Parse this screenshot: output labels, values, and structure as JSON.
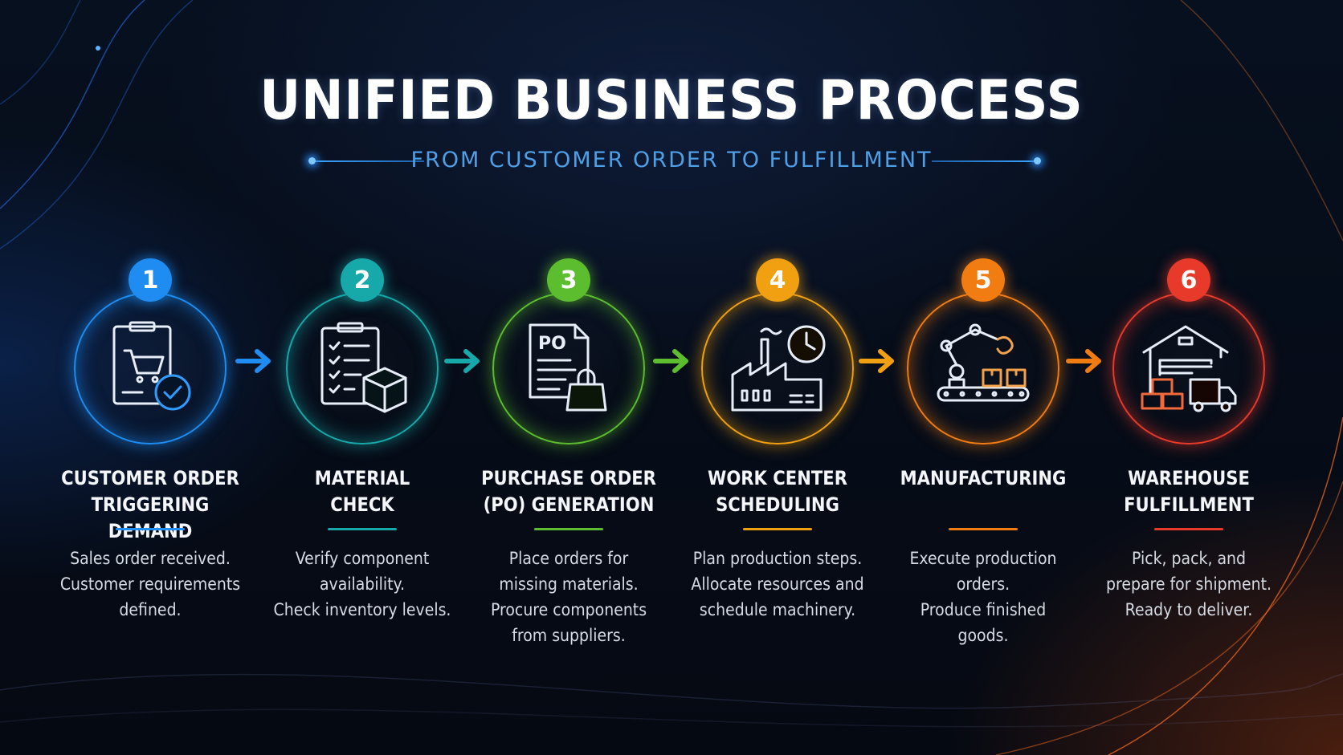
{
  "title": "UNIFIED BUSINESS PROCESS",
  "subtitle": "FROM CUSTOMER ORDER TO FULFILLMENT",
  "steps": [
    {
      "number": "1",
      "heading": [
        "CUSTOMER ORDER",
        "TRIGGERING DEMAND"
      ],
      "description": [
        "Sales order received.",
        "Customer requirements",
        "defined."
      ],
      "color": "#1e8cf0",
      "icon": "clipboard-cart-check-icon"
    },
    {
      "number": "2",
      "heading": [
        "MATERIAL",
        "CHECK"
      ],
      "description": [
        "Verify component",
        "availability.",
        "Check inventory levels."
      ],
      "color": "#17a9a9",
      "icon": "checklist-box-icon"
    },
    {
      "number": "3",
      "heading": [
        "PURCHASE ORDER",
        "(PO) GENERATION"
      ],
      "description": [
        "Place orders for",
        "missing materials.",
        "Procure components",
        "from suppliers."
      ],
      "color": "#5cbd2e",
      "icon": "po-document-bag-icon"
    },
    {
      "number": "4",
      "heading": [
        "WORK CENTER",
        "SCHEDULING"
      ],
      "description": [
        "Plan production steps.",
        "Allocate resources and",
        "schedule machinery."
      ],
      "color": "#f0a010",
      "icon": "factory-clock-icon"
    },
    {
      "number": "5",
      "heading": [
        "MANUFACTURING",
        ""
      ],
      "description": [
        "Execute production",
        "orders.",
        "Produce finished",
        "goods."
      ],
      "color": "#f07c12",
      "icon": "robot-arm-conveyor-icon"
    },
    {
      "number": "6",
      "heading": [
        "WAREHOUSE",
        "FULFILLMENT"
      ],
      "description": [
        "Pick, pack, and",
        "prepare for shipment.",
        "Ready to deliver."
      ],
      "color": "#e83a2a",
      "icon": "warehouse-truck-icon"
    }
  ],
  "po_icon_text": "PO"
}
